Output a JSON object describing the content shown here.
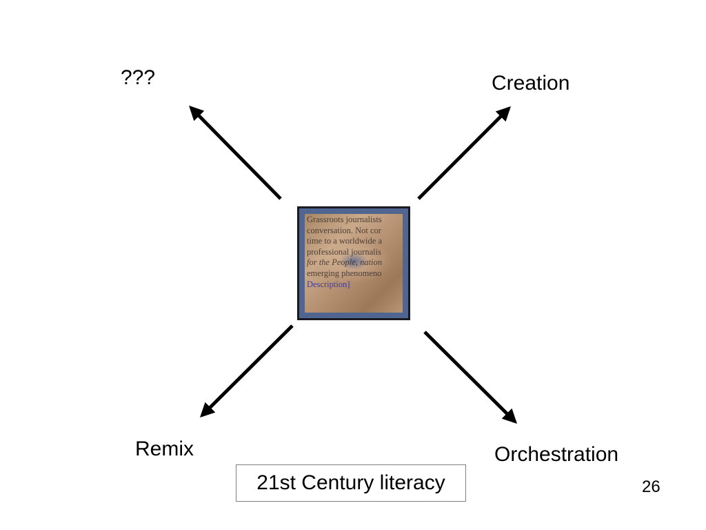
{
  "labels": {
    "top_left": "???",
    "top_right": "Creation",
    "bottom_left": "Remix",
    "bottom_right": "Orchestration"
  },
  "center_image": {
    "lines": [
      "Grassroots journalists",
      "conversation. Not cor",
      "time to a worldwide a",
      "professional journalis",
      "for the People, nation",
      "emerging phenomeno",
      "Description]"
    ]
  },
  "caption": "21st Century literacy",
  "page_number": "26",
  "colors": {
    "arrow": "#000000",
    "frame": "#506690",
    "caption_border": "#7f7f7f"
  }
}
